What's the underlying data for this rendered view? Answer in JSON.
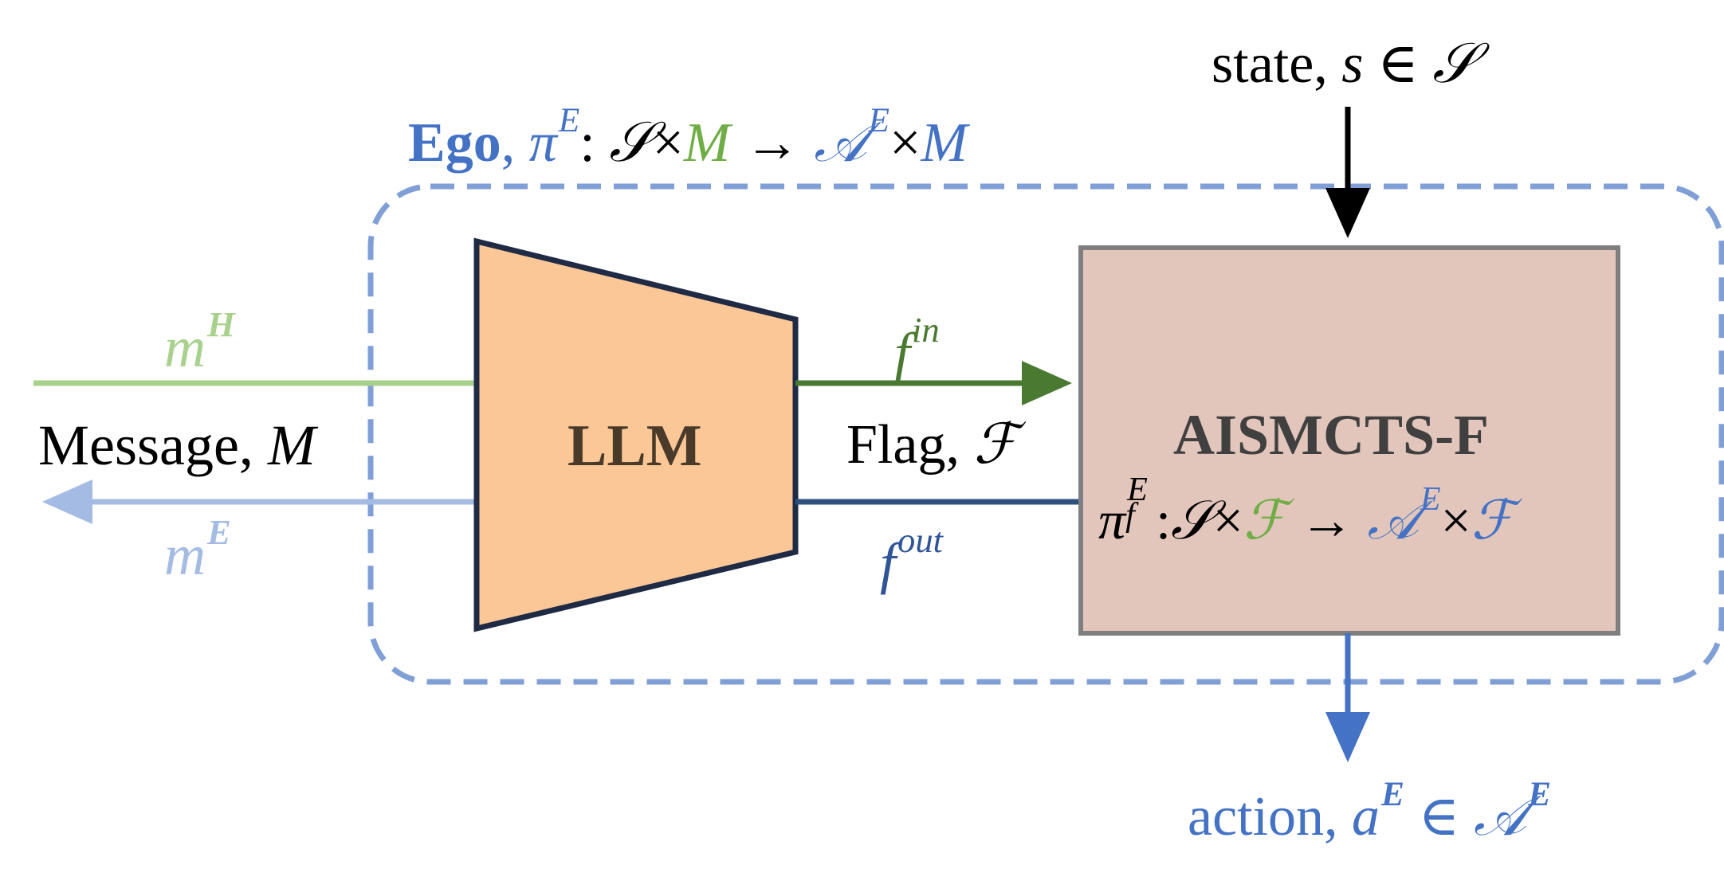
{
  "colors": {
    "blue": "#4472c4",
    "dashed_border": "#7f9fd6",
    "green": "#70ad47",
    "light_green": "#a9d18e",
    "light_blue": "#a4bce3",
    "dark_green": "#4a7a31",
    "dark_navy": "#1f3864",
    "navy_text": "#2f5597",
    "llm_fill": "#fbc797",
    "llm_stroke": "#1f2a44",
    "aismcts_fill": "#e3c6bb",
    "aismcts_stroke": "#7f7f7f",
    "text_dark": "#404040"
  },
  "state": {
    "word": "state,",
    "var": "s",
    "elem": "∈",
    "set": "𝒮"
  },
  "ego": {
    "name": "Ego",
    "comma": ",",
    "pi": "π",
    "pi_sup": "E",
    "colon": ":",
    "S": "𝒮",
    "times1": "×",
    "M_in": "M",
    "arrow": "→",
    "A": "𝒜",
    "A_sup": "E",
    "times2": "×",
    "M_out": "M"
  },
  "llm": {
    "label": "LLM"
  },
  "aismcts": {
    "title": "AISMCTS-F",
    "pi": "π",
    "pi_sub": "f",
    "pi_sup": "E",
    "colon": ":",
    "S": "𝒮",
    "times1": "×",
    "F_in": "ℱ",
    "arrow": "→",
    "A": "𝒜",
    "A_sup": "E",
    "times2": "×",
    "F_out": "ℱ"
  },
  "message": {
    "word": "Message,",
    "var": "M"
  },
  "m_h": {
    "var": "m",
    "sup": "H"
  },
  "m_e": {
    "var": "m",
    "sup": "E"
  },
  "flag": {
    "word": "Flag,",
    "var": "ℱ"
  },
  "f_in": {
    "var": "f",
    "sup": "in"
  },
  "f_out": {
    "var": "f",
    "sup": "out"
  },
  "action": {
    "word": "action,",
    "var": "a",
    "sup": "E",
    "elem": "∈",
    "set": "𝒜",
    "set_sup": "E"
  }
}
